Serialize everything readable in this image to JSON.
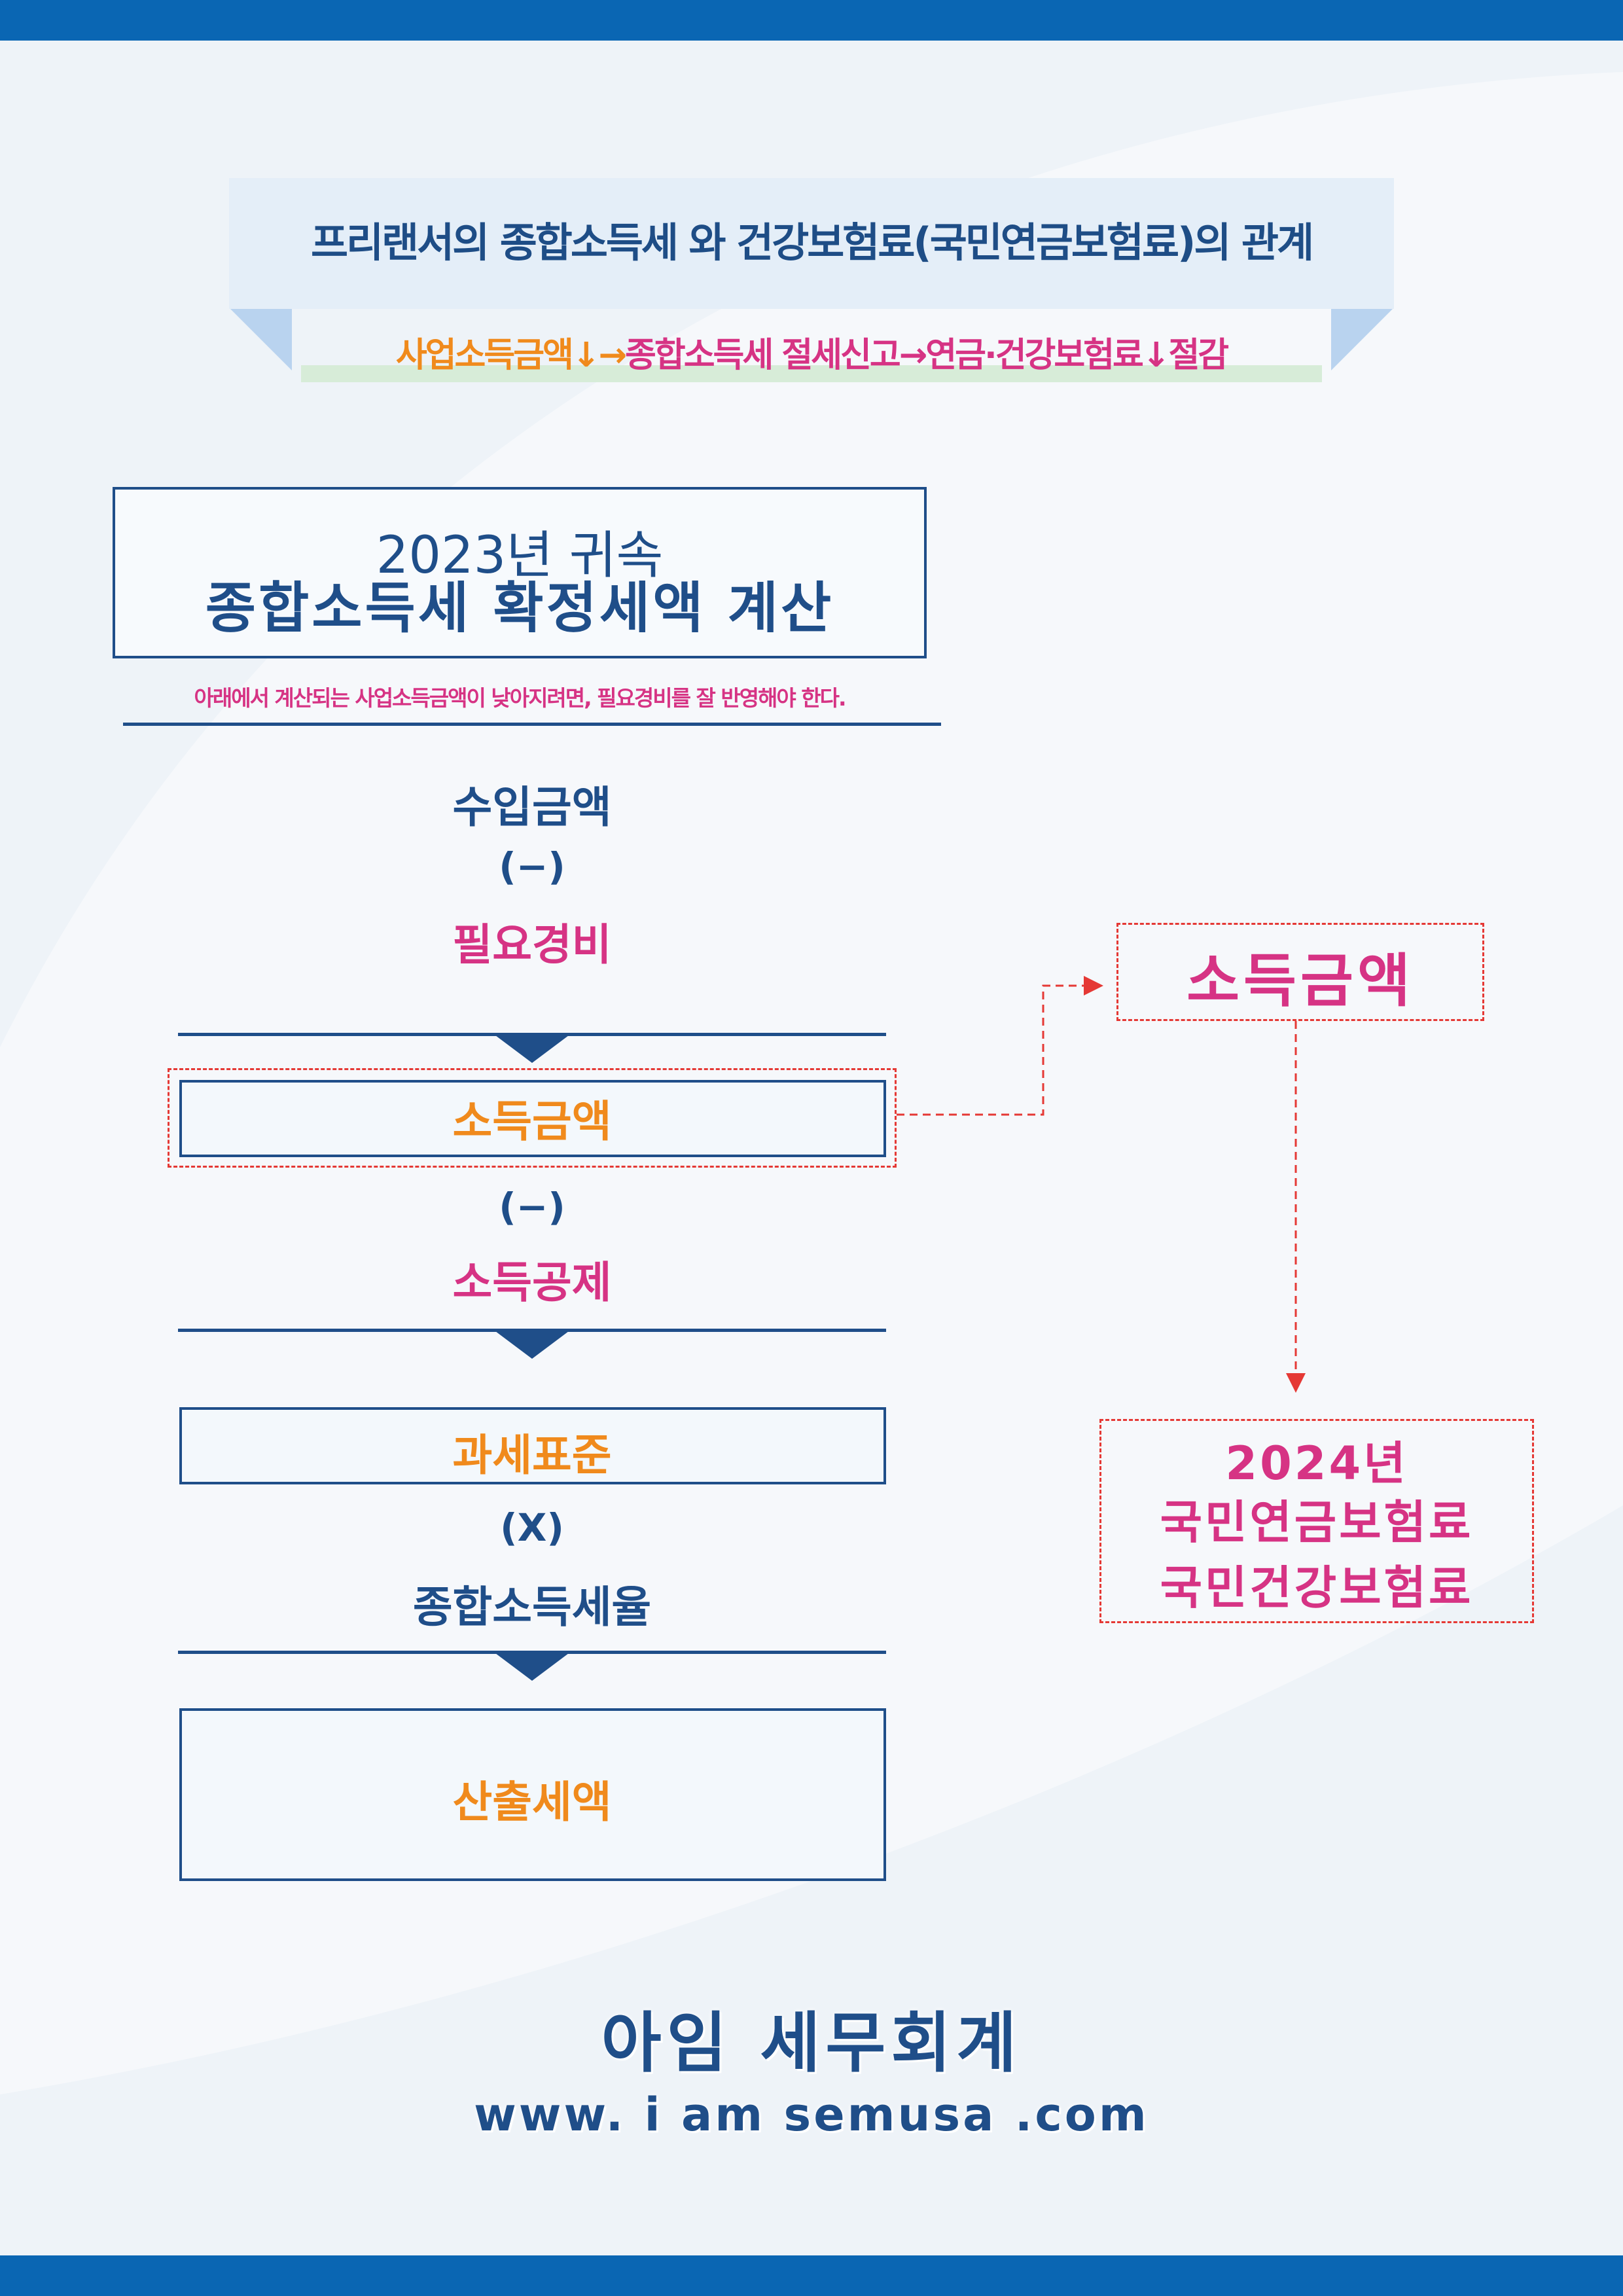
{
  "banner": {
    "title": "프리랜서의  종합소득세 와 건강보험료(국민연금보험료)의 관계",
    "ribbon_part1": "사업소득금액↓→",
    "ribbon_part2": "종합소득세 절세신고→",
    "ribbon_part3": "연금·건강보험료↓절감"
  },
  "calc": {
    "year": "2023년 귀속",
    "title": "종합소득세 확정세액 계산",
    "note": "아래에서 계산되는 사업소득금액이 낮아지려면, 필요경비를 잘 반영해야 한다."
  },
  "flow": {
    "revenue": "수입금액",
    "minus_1": "(−)",
    "expenses": "필요경비",
    "income": "소득금액",
    "minus_2": "(−)",
    "deduction": "소득공제",
    "tax_base": "과세표준",
    "times": "(X)",
    "tax_rate": "종합소득세율",
    "computed_tax": "산출세액"
  },
  "side": {
    "income": "소득금액",
    "year": "2024년",
    "pension": "국민연금보험료",
    "health": "국민건강보험료"
  },
  "footer": {
    "firm": "아임 세무회계",
    "url": "www. i am semusa .com"
  },
  "colors": {
    "navy": "#1f4e89",
    "pink": "#d63384",
    "orange": "#f08a1c",
    "brand_blue": "#0a66b3",
    "arrow_red": "#e53935"
  }
}
